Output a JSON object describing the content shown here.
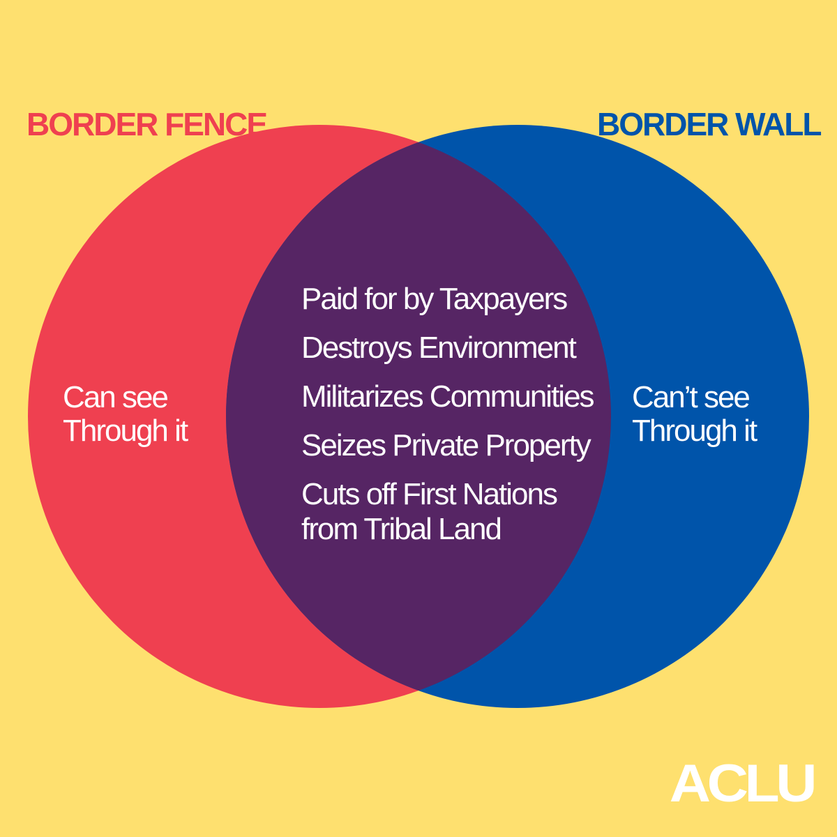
{
  "colors": {
    "background": "#FEE06F",
    "fence": "#EF4050",
    "wall": "#0054AA",
    "overlap": "#562564",
    "text_light": "#FFFFFF"
  },
  "left_set": {
    "title": "BORDER FENCE",
    "body_lines": [
      "Can see",
      "Through it"
    ]
  },
  "right_set": {
    "title": "BORDER WALL",
    "body_lines": [
      "Can’t see",
      "Through it"
    ]
  },
  "shared": {
    "items": [
      [
        "Paid for by Taxpayers"
      ],
      [
        "Destroys Environment"
      ],
      [
        "Militarizes Communities"
      ],
      [
        "Seizes Private Property"
      ],
      [
        "Cuts off First Nations",
        "from Tribal Land"
      ]
    ]
  },
  "logo": {
    "text": "ACLU"
  }
}
